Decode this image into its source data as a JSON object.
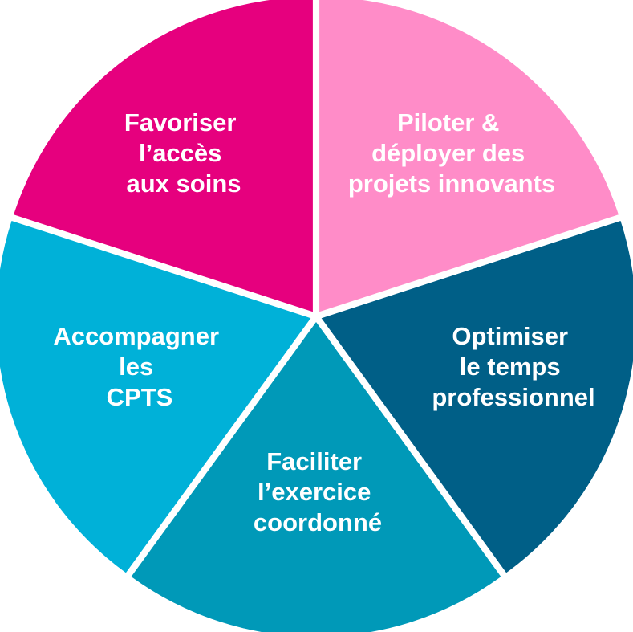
{
  "segments": [
    {
      "id": "acces-soins",
      "lines": [
        "Favoriser",
        "l’accès",
        "aux soins"
      ],
      "color": "#E6007E"
    },
    {
      "id": "projets-innovants",
      "lines": [
        "Piloter &",
        "déployer des",
        "projets innovants"
      ],
      "color": "#FF8CC8"
    },
    {
      "id": "temps-professionnel",
      "lines": [
        "Optimiser",
        "le temps",
        "professionnel"
      ],
      "color": "#005F87"
    },
    {
      "id": "exercice-coordonne",
      "lines": [
        "Faciliter",
        "l’exercice",
        "coordonné"
      ],
      "color": "#0099B8"
    },
    {
      "id": "accompagner-cpts",
      "lines": [
        "Accompagner",
        "les",
        "CPTS"
      ],
      "color": "#00B1D8"
    }
  ]
}
